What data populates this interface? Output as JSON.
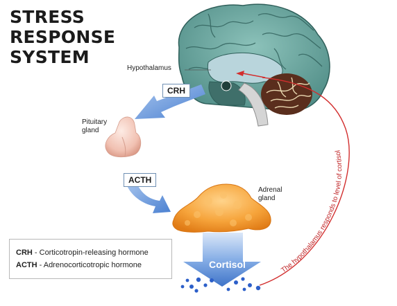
{
  "title": {
    "line1": "STRESS",
    "line2": "RESPONSE",
    "line3": "SYSTEM"
  },
  "labels": {
    "hypothalamus": "Hypothalamus",
    "pituitary": "Pituitary gland",
    "adrenal": "Adrenal gland",
    "crh_tag": "CRH",
    "acth_tag": "ACTH",
    "cortisol": "Cortisol",
    "feedback": "The hypothalamus responds to level of cortisol"
  },
  "legend": {
    "items": [
      {
        "abbr": "CRH",
        "text": " - Corticotropin-releasing hormone"
      },
      {
        "abbr": "ACTH",
        "text": " - Adrenocorticotropic hormone"
      }
    ]
  },
  "colors": {
    "arrow_blue": "#5b8fd6",
    "feedback_red": "#d22e2e",
    "brain_teal": "#5f9a94",
    "adrenal_orange": "#f2962c",
    "pituitary_pink": "#f0c4b6"
  }
}
